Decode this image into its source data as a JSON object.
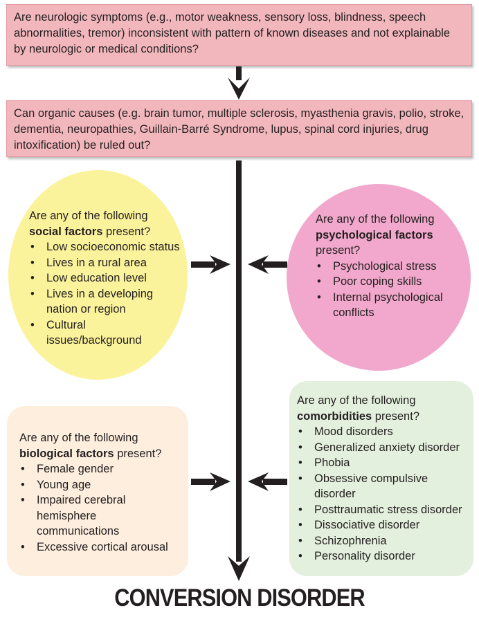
{
  "question1": "Are neurologic symptoms (e.g., motor weakness, sensory loss, blindness, speech abnormalities, tremor) inconsistent with pattern of known diseases and not explainable by neurologic or medical conditions?",
  "question2": "Can organic causes (e.g. brain tumor, multiple sclerosis, myasthenia gravis, polio, stroke, dementia, neuropathies, Guillain-Barré Syndrome, lupus, spinal cord injuries, drug intoxification) be ruled out?",
  "social": {
    "lead": "Are any of the following",
    "bold": "social factors",
    "tail": "present?",
    "items": [
      "Low socioeconomic status",
      "Lives in a rural area",
      "Low education level",
      "Lives in a developing nation or region",
      "Cultural issues/background"
    ]
  },
  "psychological": {
    "lead": "Are any of the following",
    "bold": "psychological factors",
    "tail": "present?",
    "items": [
      "Psychological stress",
      "Poor coping skills",
      "Internal psychological conflicts"
    ]
  },
  "biological": {
    "lead": "Are any of the following",
    "bold": "biological factors",
    "tail": "present?",
    "items": [
      "Female gender",
      "Young age",
      "Impaired cerebral hemisphere communications",
      "Excessive cortical arousal"
    ]
  },
  "comorbidities": {
    "lead": "Are any of the following",
    "bold": "comorbidities",
    "tail": "present?",
    "items": [
      "Mood disorders",
      "Generalized anxiety disorder",
      "Phobia",
      "Obsessive compulsive disorder",
      "Posttraumatic stress disorder",
      "Dissociative disorder",
      "Schizophrenia",
      "Personality disorder"
    ]
  },
  "title": "CONVERSION DISORDER",
  "colors": {
    "question_fill": "#f2b7bd",
    "social_fill": "#fbf29c",
    "psychological_fill": "#f2a8cc",
    "biological_fill": "#fdeedd",
    "comorbidities_fill": "#e3f0dd",
    "arrow": "#231f20"
  }
}
